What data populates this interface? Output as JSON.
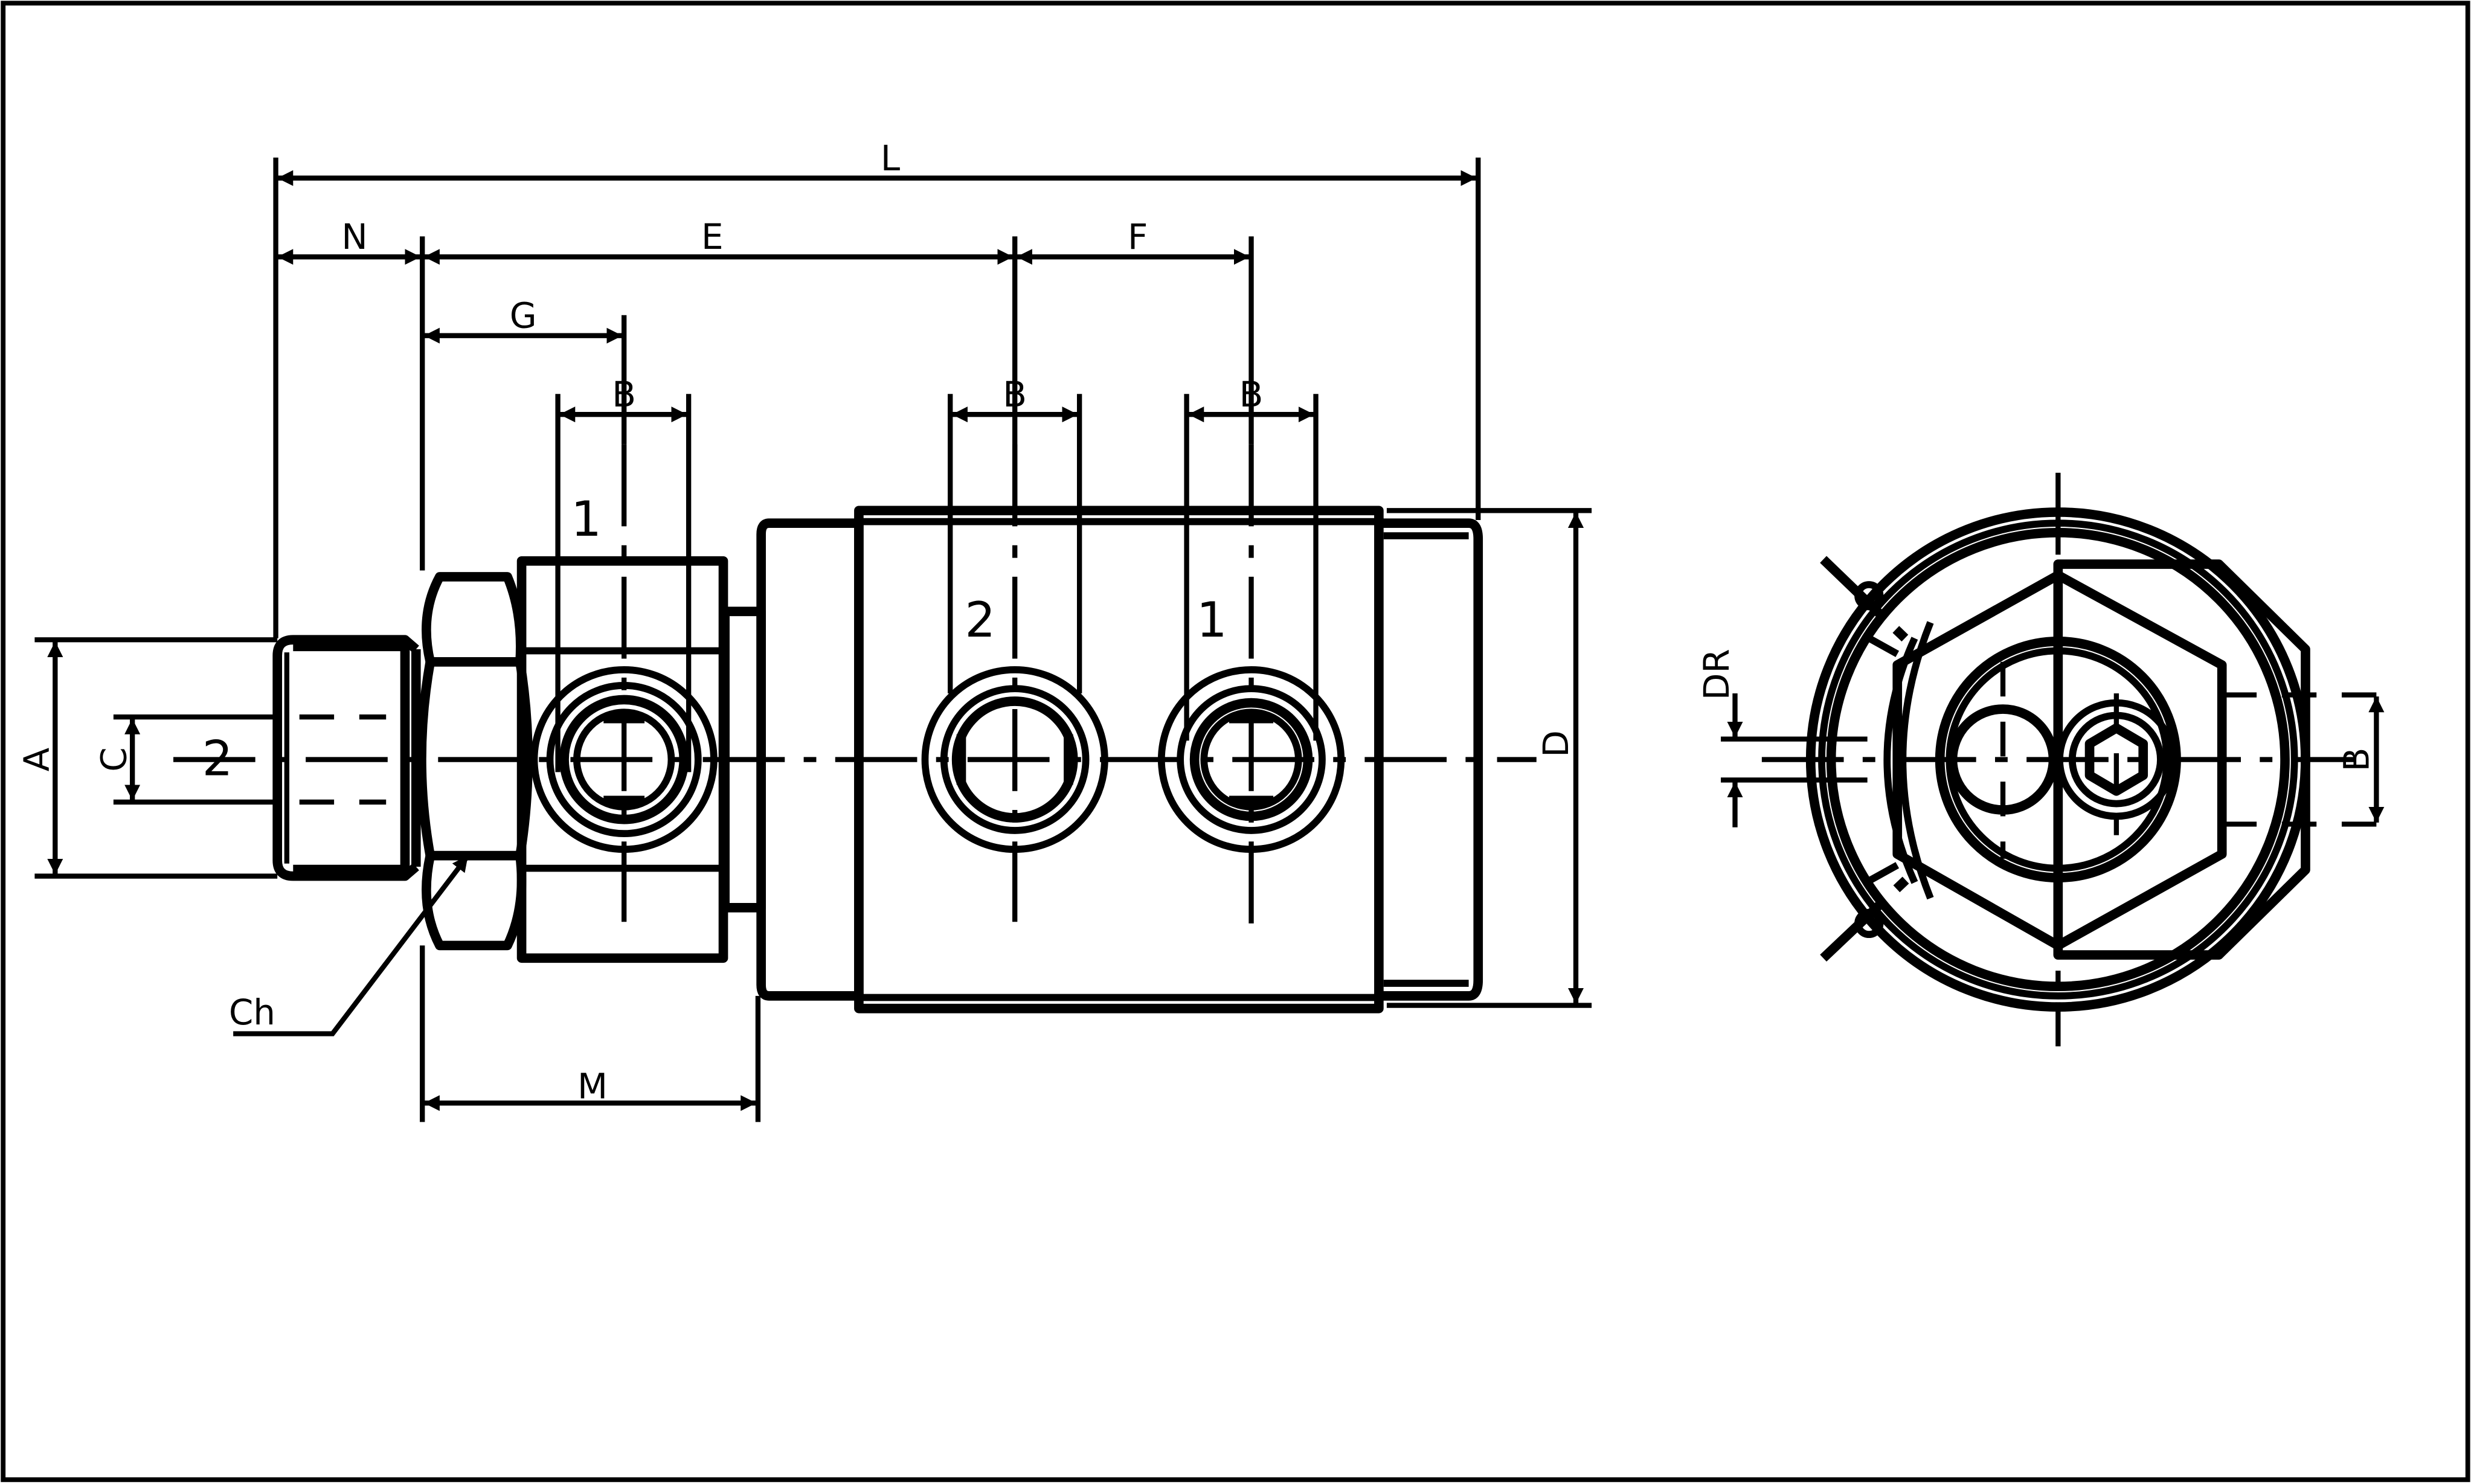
{
  "drawing": {
    "dimensions": {
      "L": "L",
      "N": "N",
      "E": "E",
      "F": "F",
      "G": "G",
      "B1": "B",
      "B2": "B",
      "B3": "B",
      "A": "A",
      "C": "C",
      "D": "D",
      "M": "M",
      "Ch": "Ch",
      "DR": "DR",
      "B_end": "B"
    },
    "ports": {
      "inlet": "2",
      "left_port": "1",
      "mid_port": "2",
      "right_port": "1"
    }
  }
}
